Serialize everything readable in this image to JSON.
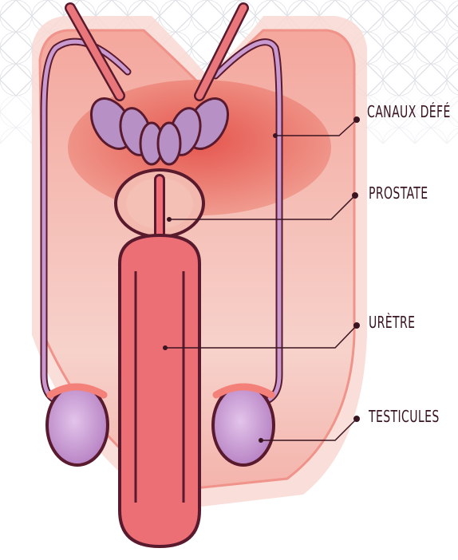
{
  "labels": {
    "vas_deferens": "CANAUX DÉFÉ",
    "prostate": "PROSTATE",
    "urethra": "URÈTRE",
    "testicles": "TESTICULES"
  },
  "colors": {
    "outline": "#5a1a2e",
    "skin_outer": "#f7c9c2",
    "skin_mid": "#f3a79d",
    "penis": "#ec6f76",
    "prostate_region": "#e85a52",
    "vesicles": "#b790c6",
    "testis": "#c99ad0",
    "leader_line": "#3a1420",
    "pattern": "#d3d6dc"
  }
}
